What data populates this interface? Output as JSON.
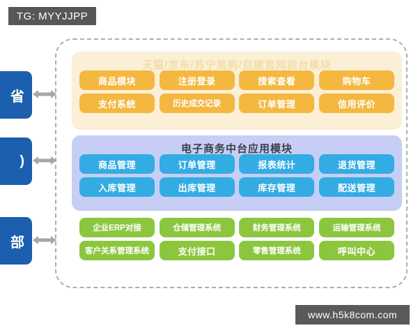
{
  "tags": {
    "telegram": "TG: MYYJJPP",
    "website": "www.h5k8com.com"
  },
  "left_column": {
    "boxes": [
      {
        "label": "省"
      },
      {
        "label": ")"
      },
      {
        "label": "部"
      }
    ],
    "connector_icon": "double-arrow-icon"
  },
  "panels": [
    {
      "id": "front",
      "title": "天猫/京东/苏宁易购/自建官网前台模块",
      "color": "#F4B740",
      "background": "#FBEFD6",
      "rows": [
        [
          "商品模块",
          "注册登录",
          "搜索查看",
          "购物车"
        ],
        [
          "支付系统",
          "历史成交记录",
          "订单管理",
          "信用评价"
        ]
      ]
    },
    {
      "id": "mid",
      "title": "电子商务中台应用模块",
      "color": "#33ACE3",
      "background": "#C6CEF6",
      "rows": [
        [
          "商品管理",
          "订单管理",
          "报表统计",
          "退货管理"
        ],
        [
          "入库管理",
          "出库管理",
          "库存管理",
          "配送管理"
        ]
      ]
    },
    {
      "id": "back",
      "title": "",
      "color": "#8CC63F",
      "background": "transparent",
      "rows": [
        [
          "企业ERP对接",
          "仓储管理系统",
          "财务管理系统",
          "运输管理系统"
        ],
        [
          "客户关系管理系统",
          "支付接口",
          "零售管理系统",
          "呼叫中心"
        ]
      ]
    }
  ]
}
